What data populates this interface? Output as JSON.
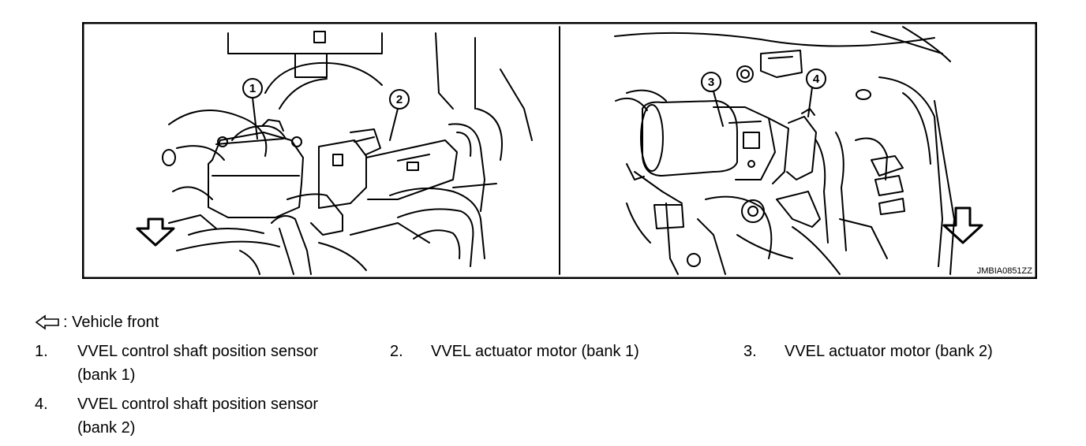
{
  "figure": {
    "code": "JMBIA0851ZZ",
    "callouts": [
      "1",
      "2",
      "3",
      "4"
    ]
  },
  "legend": {
    "vehicle_front_icon": "hollow-left-arrow-icon",
    "vehicle_front": ": Vehicle front",
    "items": [
      {
        "num": "1.",
        "line1": "VVEL control shaft position sensor",
        "line2": "(bank 1)"
      },
      {
        "num": "2.",
        "line1": "VVEL actuator motor (bank 1)"
      },
      {
        "num": "3.",
        "line1": "VVEL actuator motor (bank 2)"
      },
      {
        "num": "4.",
        "line1": "VVEL control shaft position sensor",
        "line2": "(bank 2)"
      }
    ]
  }
}
